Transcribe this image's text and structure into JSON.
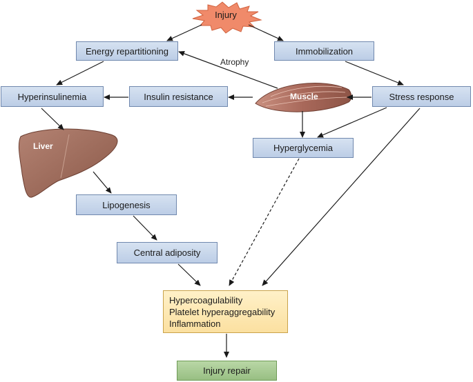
{
  "diagram": {
    "injury": "Injury",
    "energy_repartitioning": "Energy repartitioning",
    "immobilization": "Immobilization",
    "atrophy": "Atrophy",
    "hyperinsulinemia": "Hyperinsulinemia",
    "insulin_resistance": "Insulin resistance",
    "muscle": "Muscle",
    "stress_response": "Stress response",
    "liver": "Liver",
    "hyperglycemia": "Hyperglycemia",
    "lipogenesis": "Lipogenesis",
    "central_adiposity": "Central adiposity",
    "outcomes": [
      "Hypercoagulability",
      "Platelet hyperaggregability",
      "Inflammation"
    ],
    "injury_repair": "Injury repair"
  },
  "colors": {
    "box_fill": "#c9d7eb",
    "box_border": "#6f87ad",
    "starburst": "#f08a6a",
    "outcome_fill": "#fde7b0",
    "repair_fill": "#a9cb94",
    "organ": "#9c6555"
  }
}
